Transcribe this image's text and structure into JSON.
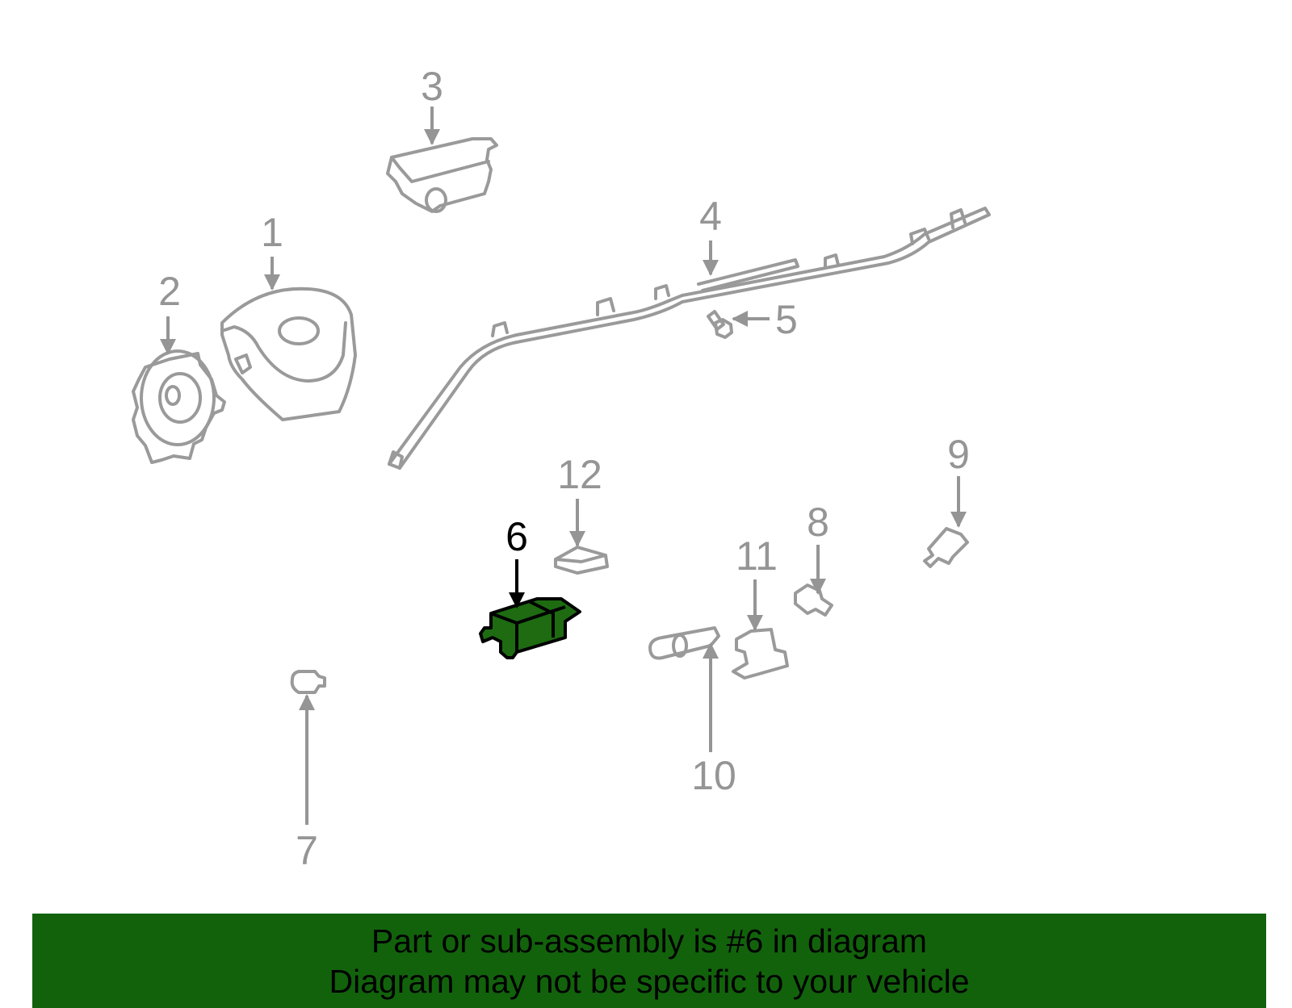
{
  "diagram": {
    "highlight_part": "6",
    "highlight_color": "#1e6b12",
    "part_color": "#9a9a9a",
    "callouts": [
      {
        "id": "1",
        "label": "1"
      },
      {
        "id": "2",
        "label": "2"
      },
      {
        "id": "3",
        "label": "3"
      },
      {
        "id": "4",
        "label": "4"
      },
      {
        "id": "5",
        "label": "5"
      },
      {
        "id": "6",
        "label": "6"
      },
      {
        "id": "7",
        "label": "7"
      },
      {
        "id": "8",
        "label": "8"
      },
      {
        "id": "9",
        "label": "9"
      },
      {
        "id": "10",
        "label": "10"
      },
      {
        "id": "11",
        "label": "11"
      },
      {
        "id": "12",
        "label": "12"
      }
    ]
  },
  "banner": {
    "line1": "Part or sub-assembly is #6 in diagram",
    "line2": "Diagram may not be specific to your vehicle",
    "background": "#12620c"
  }
}
